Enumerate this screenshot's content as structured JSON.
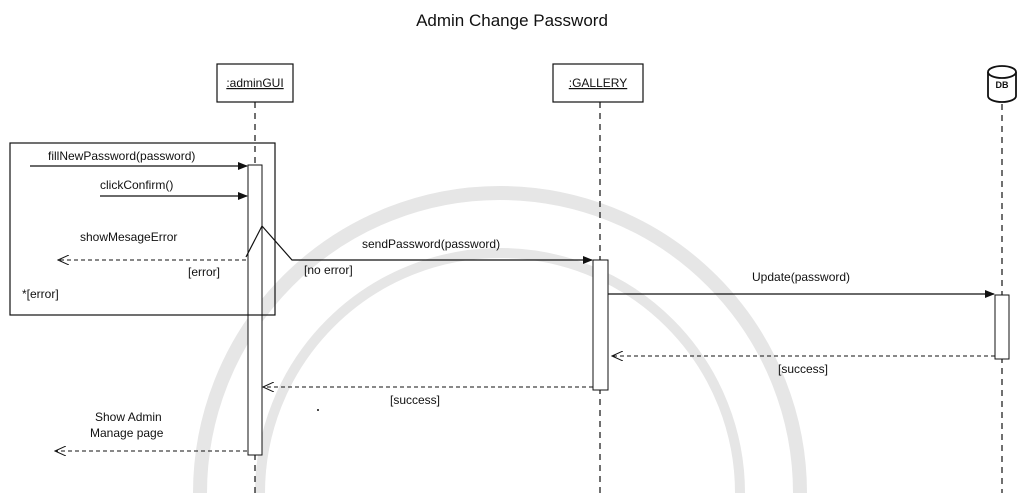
{
  "title": "Admin Change Password",
  "lifelines": {
    "admin_gui": ":adminGUI",
    "gallery": ":GALLERY",
    "db": "DB"
  },
  "messages": {
    "fill_new_password": "fillNewPassword(password)",
    "click_confirm": "clickConfirm()",
    "show_message_error": "showMesageError",
    "send_password": "sendPassword(password)",
    "update": "Update(password)",
    "show_admin_line1": "Show Admin",
    "show_admin_line2": "Manage page"
  },
  "guards": {
    "error": "[error]",
    "no_error": "[no error]",
    "loop_error": "*[error]",
    "success_db": "[success]",
    "success_gallery": "[success]"
  },
  "colors": {
    "line": "#111111",
    "background": "#ffffff",
    "watermark": "#e6e6e6"
  }
}
